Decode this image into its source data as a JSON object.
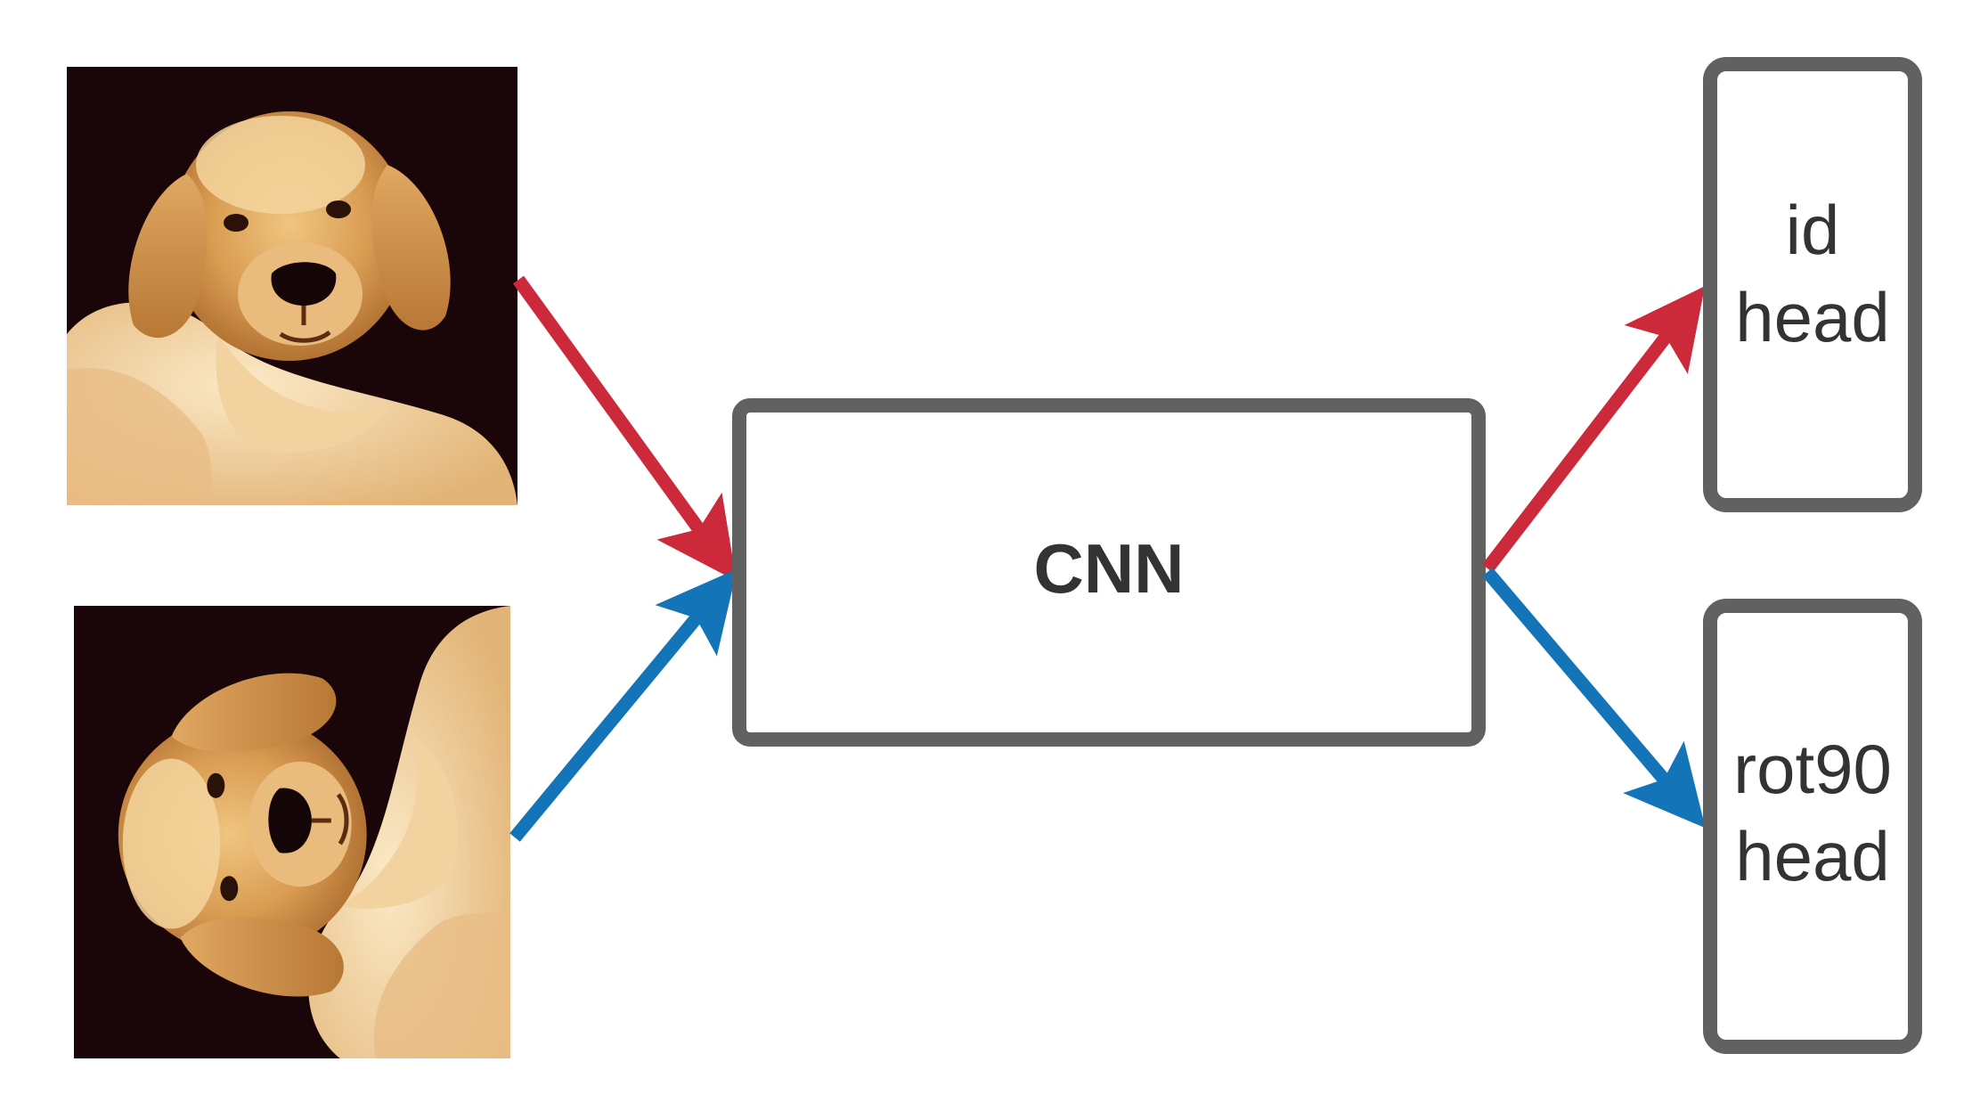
{
  "colors": {
    "identity_path": "#cc2a3a",
    "rotation_path": "#1374b8",
    "box_border": "#616161",
    "text": "#333333",
    "image_background": "#1a0608"
  },
  "inputs": [
    {
      "name": "dog-image",
      "orientation": "upright"
    },
    {
      "name": "dog-image-rotated",
      "orientation": "rotated 90 degrees"
    }
  ],
  "cnn": {
    "label": "CNN"
  },
  "heads": [
    {
      "line1": "id",
      "line2": "head"
    },
    {
      "line1": "rot90",
      "line2": "head"
    }
  ]
}
